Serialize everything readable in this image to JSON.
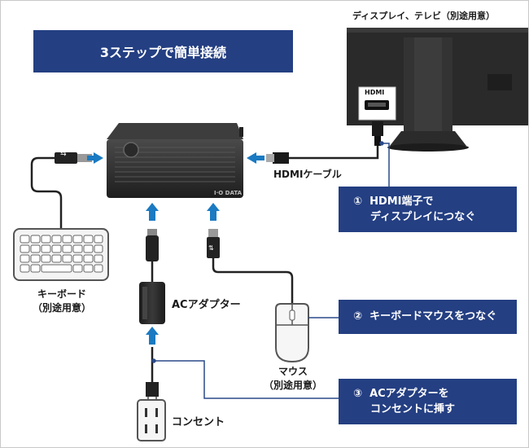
{
  "title": "3ステップで簡単接続",
  "labels": {
    "monitor": "ディスプレイ、テレビ（別途用意）",
    "hdmi_port": "HDMI",
    "hdmi_cable": "HDMIケーブル",
    "ac_adapter": "ACアダプター",
    "outlet": "コンセント",
    "keyboard_line1": "キーボード",
    "keyboard_line2": "（別途用意）",
    "mouse_line1": "マウス",
    "mouse_line2": "（別途用意）",
    "brand": "I·O DATA"
  },
  "steps": [
    {
      "number": "①",
      "line1": "HDMI端子で",
      "line2": "ディスプレイにつなぐ"
    },
    {
      "number": "②",
      "line1": "キーボードマウスをつなぐ",
      "line2": ""
    },
    {
      "number": "③",
      "line1": "ACアダプターを",
      "line2": "コンセントに挿す"
    }
  ],
  "colors": {
    "banner": "#243f82",
    "arrow": "#1a7ac2",
    "cable": "#222222",
    "leader": "#2a4a8a",
    "device": "#2e2e2e"
  },
  "icons": [
    "usb-icon",
    "keyboard-icon",
    "mouse-icon",
    "power-plug-icon",
    "outlet-icon",
    "monitor-icon",
    "mini-pc-icon",
    "ac-adapter-icon"
  ]
}
